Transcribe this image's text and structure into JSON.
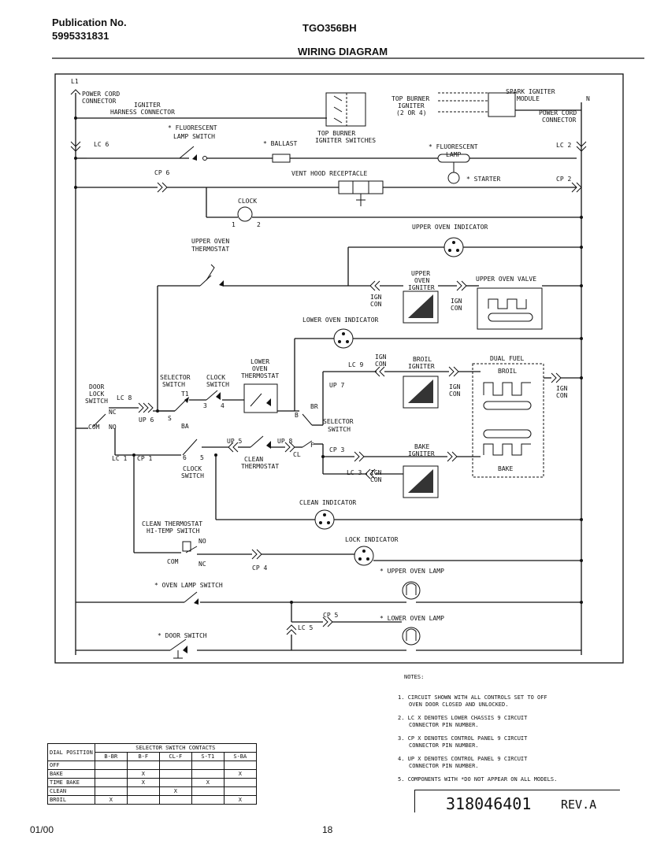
{
  "header": {
    "publication_label": "Publication No.",
    "publication_number": "5995331831",
    "model": "TGO356BH",
    "title": "WIRING DIAGRAM"
  },
  "labels": {
    "l1": "L1",
    "n": "N",
    "power_cord_left": [
      "POWER CORD",
      "CONNECTOR"
    ],
    "igniter_harness": [
      "IGNITER",
      "HARNESS CONNECTOR"
    ],
    "top_burner_igniter": [
      "TOP BURNER",
      "IGNITER",
      "(2 OR 4)"
    ],
    "spark_igniter": [
      "SPARK IGNITER",
      "MODULE"
    ],
    "power_cord_right": [
      "POWER CORD",
      "CONNECTOR"
    ],
    "fluorescent_lamp_switch": [
      "* FLUORESCENT",
      "LAMP SWITCH"
    ],
    "ballast": "* BALLAST",
    "top_burner_switches": [
      "TOP BURNER",
      "IGNITER SWITCHES"
    ],
    "fluorescent_lamp": [
      "* FLUORESCENT",
      "LAMP"
    ],
    "starter": "* STARTER",
    "lc6": "LC 6",
    "lc2": "LC 2",
    "cp6": "CP 6",
    "cp2": "CP 2",
    "vent_hood": "VENT HOOD RECEPTACLE",
    "clock": "CLOCK",
    "clock_1": "1",
    "clock_2": "2",
    "upper_oven_indicator": "UPPER OVEN INDICATOR",
    "upper_oven_thermostat": [
      "UPPER OVEN",
      "THERMOSTAT"
    ],
    "upper_oven_igniter": [
      "UPPER",
      "OVEN",
      "IGNITER"
    ],
    "upper_oven_valve": "UPPER OVEN VALVE",
    "ign_con": [
      "IGN",
      "CON"
    ],
    "lower_oven_indicator": "LOWER OVEN INDICATOR",
    "lc9": "LC 9",
    "broil_igniter": [
      "BROIL",
      "IGNITER"
    ],
    "dual_fuel": "DUAL FUEL",
    "broil": "BROIL",
    "bake": "BAKE",
    "up7": "UP 7",
    "selector_switch": [
      "SELECTOR",
      "SWITCH"
    ],
    "clock_switch": [
      "CLOCK",
      "SWITCH"
    ],
    "lower_oven_thermostat": [
      "LOWER",
      "OVEN",
      "THERMOSTAT"
    ],
    "door_lock_switch": [
      "DOOR",
      "LOCK",
      "SWITCH"
    ],
    "lc8": "LC 8",
    "nc": "NC",
    "no": "NO",
    "com": "COM",
    "up6": "UP 6",
    "s": "S",
    "ba": "BA",
    "t1": "T1",
    "n3": "3",
    "n4": "4",
    "b": "B",
    "br": "BR",
    "up5": "UP 5",
    "up8": "UP 8",
    "f": "F",
    "cl": "CL",
    "cp3": "CP 3",
    "lc3": "LC 3",
    "bake_igniter": [
      "BAKE",
      "IGNITER"
    ],
    "clean_thermostat": [
      "CLEAN",
      "THERMOSTAT"
    ],
    "lc1": "LC 1",
    "cp1": "CP 1",
    "n6": "6",
    "n5": "5",
    "clean_indicator": "CLEAN INDICATOR",
    "clean_hi_temp": [
      "CLEAN THERMOSTAT",
      "HI-TEMP SWITCH"
    ],
    "cp4": "CP 4",
    "lock_indicator": "LOCK INDICATOR",
    "upper_oven_lamp": "* UPPER OVEN LAMP",
    "oven_lamp_switch": "* OVEN LAMP SWITCH",
    "cp5": "CP 5",
    "lc5": "LC 5",
    "lower_oven_lamp": "* LOWER OVEN LAMP",
    "door_switch": "* DOOR SWITCH"
  },
  "notes": {
    "title": "NOTES:",
    "items": [
      [
        "1. CIRCUIT SHOWN WITH ALL CONTROLS SET TO OFF",
        "OVEN DOOR CLOSED AND UNLOCKED."
      ],
      [
        "2. LC X DENOTES LOWER CHASSIS 9 CIRCUIT",
        "CONNECTOR PIN NUMBER."
      ],
      [
        "3. CP X DENOTES CONTROL PANEL 9 CIRCUIT",
        "CONNECTOR PIN NUMBER."
      ],
      [
        "4. UP X DENOTES CONTROL PANEL 9 CIRCUIT",
        "CONNECTOR PIN NUMBER."
      ],
      [
        "5. COMPONENTS WITH *DO NOT APPEAR ON ALL MODELS."
      ]
    ]
  },
  "selector_table": {
    "position_header": "DIAL POSITION",
    "contacts_header": "SELECTOR SWITCH CONTACTS",
    "columns": [
      "B-BR",
      "B-F",
      "CL-F",
      "S-T1",
      "S-BA"
    ],
    "rows": [
      {
        "name": "OFF",
        "marks": [
          "",
          "",
          "",
          "",
          ""
        ]
      },
      {
        "name": "BAKE",
        "marks": [
          "",
          "X",
          "",
          "",
          "X"
        ]
      },
      {
        "name": "TIME BAKE",
        "marks": [
          "",
          "X",
          "",
          "X",
          ""
        ]
      },
      {
        "name": "CLEAN",
        "marks": [
          "",
          "",
          "X",
          "",
          ""
        ]
      },
      {
        "name": "BROIL",
        "marks": [
          "X",
          "",
          "",
          "",
          "X"
        ]
      }
    ]
  },
  "part_number": "318046401",
  "revision": "REV.A",
  "footer": {
    "date": "01/00",
    "page": "18"
  }
}
